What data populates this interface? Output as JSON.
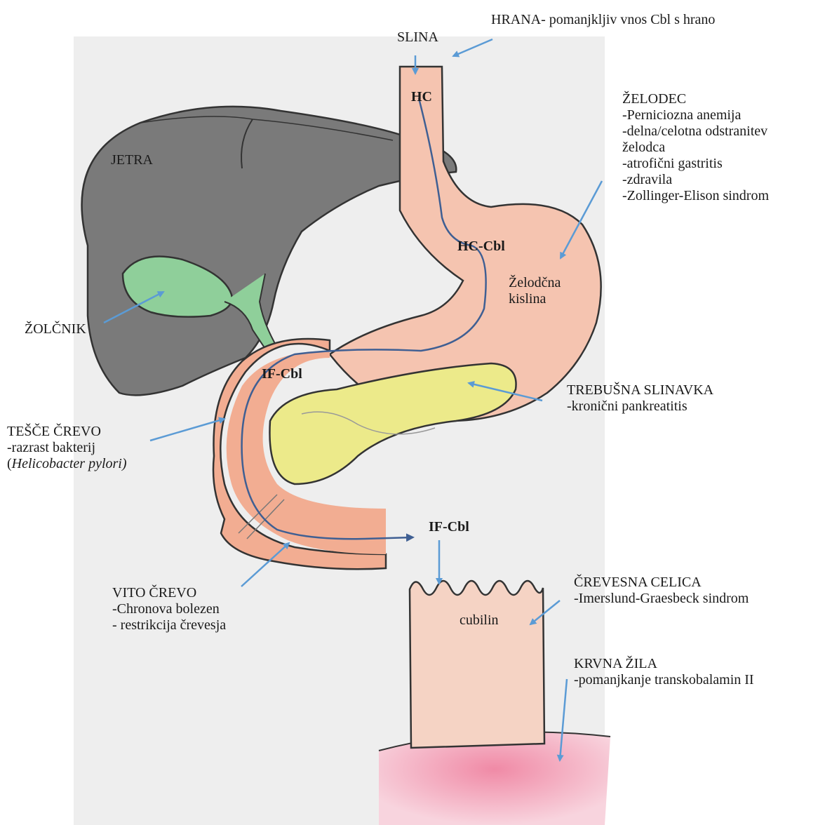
{
  "colors": {
    "paper": "#eeeeee",
    "liver": "#7a7a7a",
    "gallbladder": "#8fcf9a",
    "stomach": "#f5c4b0",
    "intestine": "#f2ad92",
    "pancreas": "#ecea8a",
    "blood": "#f3a3b8",
    "arrow": "#5b9bd5",
    "path": "#3f5f93"
  },
  "labels": {
    "slina": "SLINA",
    "hrana": "HRANA- pomanjkljiv vnos Cbl s hrano",
    "hc": "HC",
    "hc_cbl": "HC-Cbl",
    "jetra": "JETRA",
    "zolcnik": "ŽOLČNIK",
    "zelodec": {
      "title": "ŽELODEC",
      "items": [
        "-Perniciozna anemija",
        "-delna/celotna odstranitev",
        "želodca",
        "-atrofični gastritis",
        "-zdravila",
        "-Zollinger-Elison sindrom"
      ]
    },
    "acid_line1": "Želodčna",
    "acid_line2": "kislina",
    "if_cbl_1": "IF-Cbl",
    "if_cbl_2": "IF-Cbl",
    "trebusna": {
      "title": "TREBUŠNA SLINAVKA",
      "item": "-kronični pankreatitis"
    },
    "tesce": {
      "title": "TEŠČE ČREVO",
      "item": "-razrast bakterij",
      "paren_open": "(",
      "italic": "Helicobacter pylori)"
    },
    "vito": {
      "title": "VITO ČREVO",
      "item1": "-Chronova bolezen",
      "item2": "- restrikcija črevesja"
    },
    "crevesna": {
      "title": "ČREVESNA CELICA",
      "item": "-Imerslund-Graesbeck sindrom"
    },
    "cubilin": "cubilin",
    "krvna": {
      "title": "KRVNA ŽILA",
      "item": "-pomanjkanje transkobalamin II"
    }
  }
}
